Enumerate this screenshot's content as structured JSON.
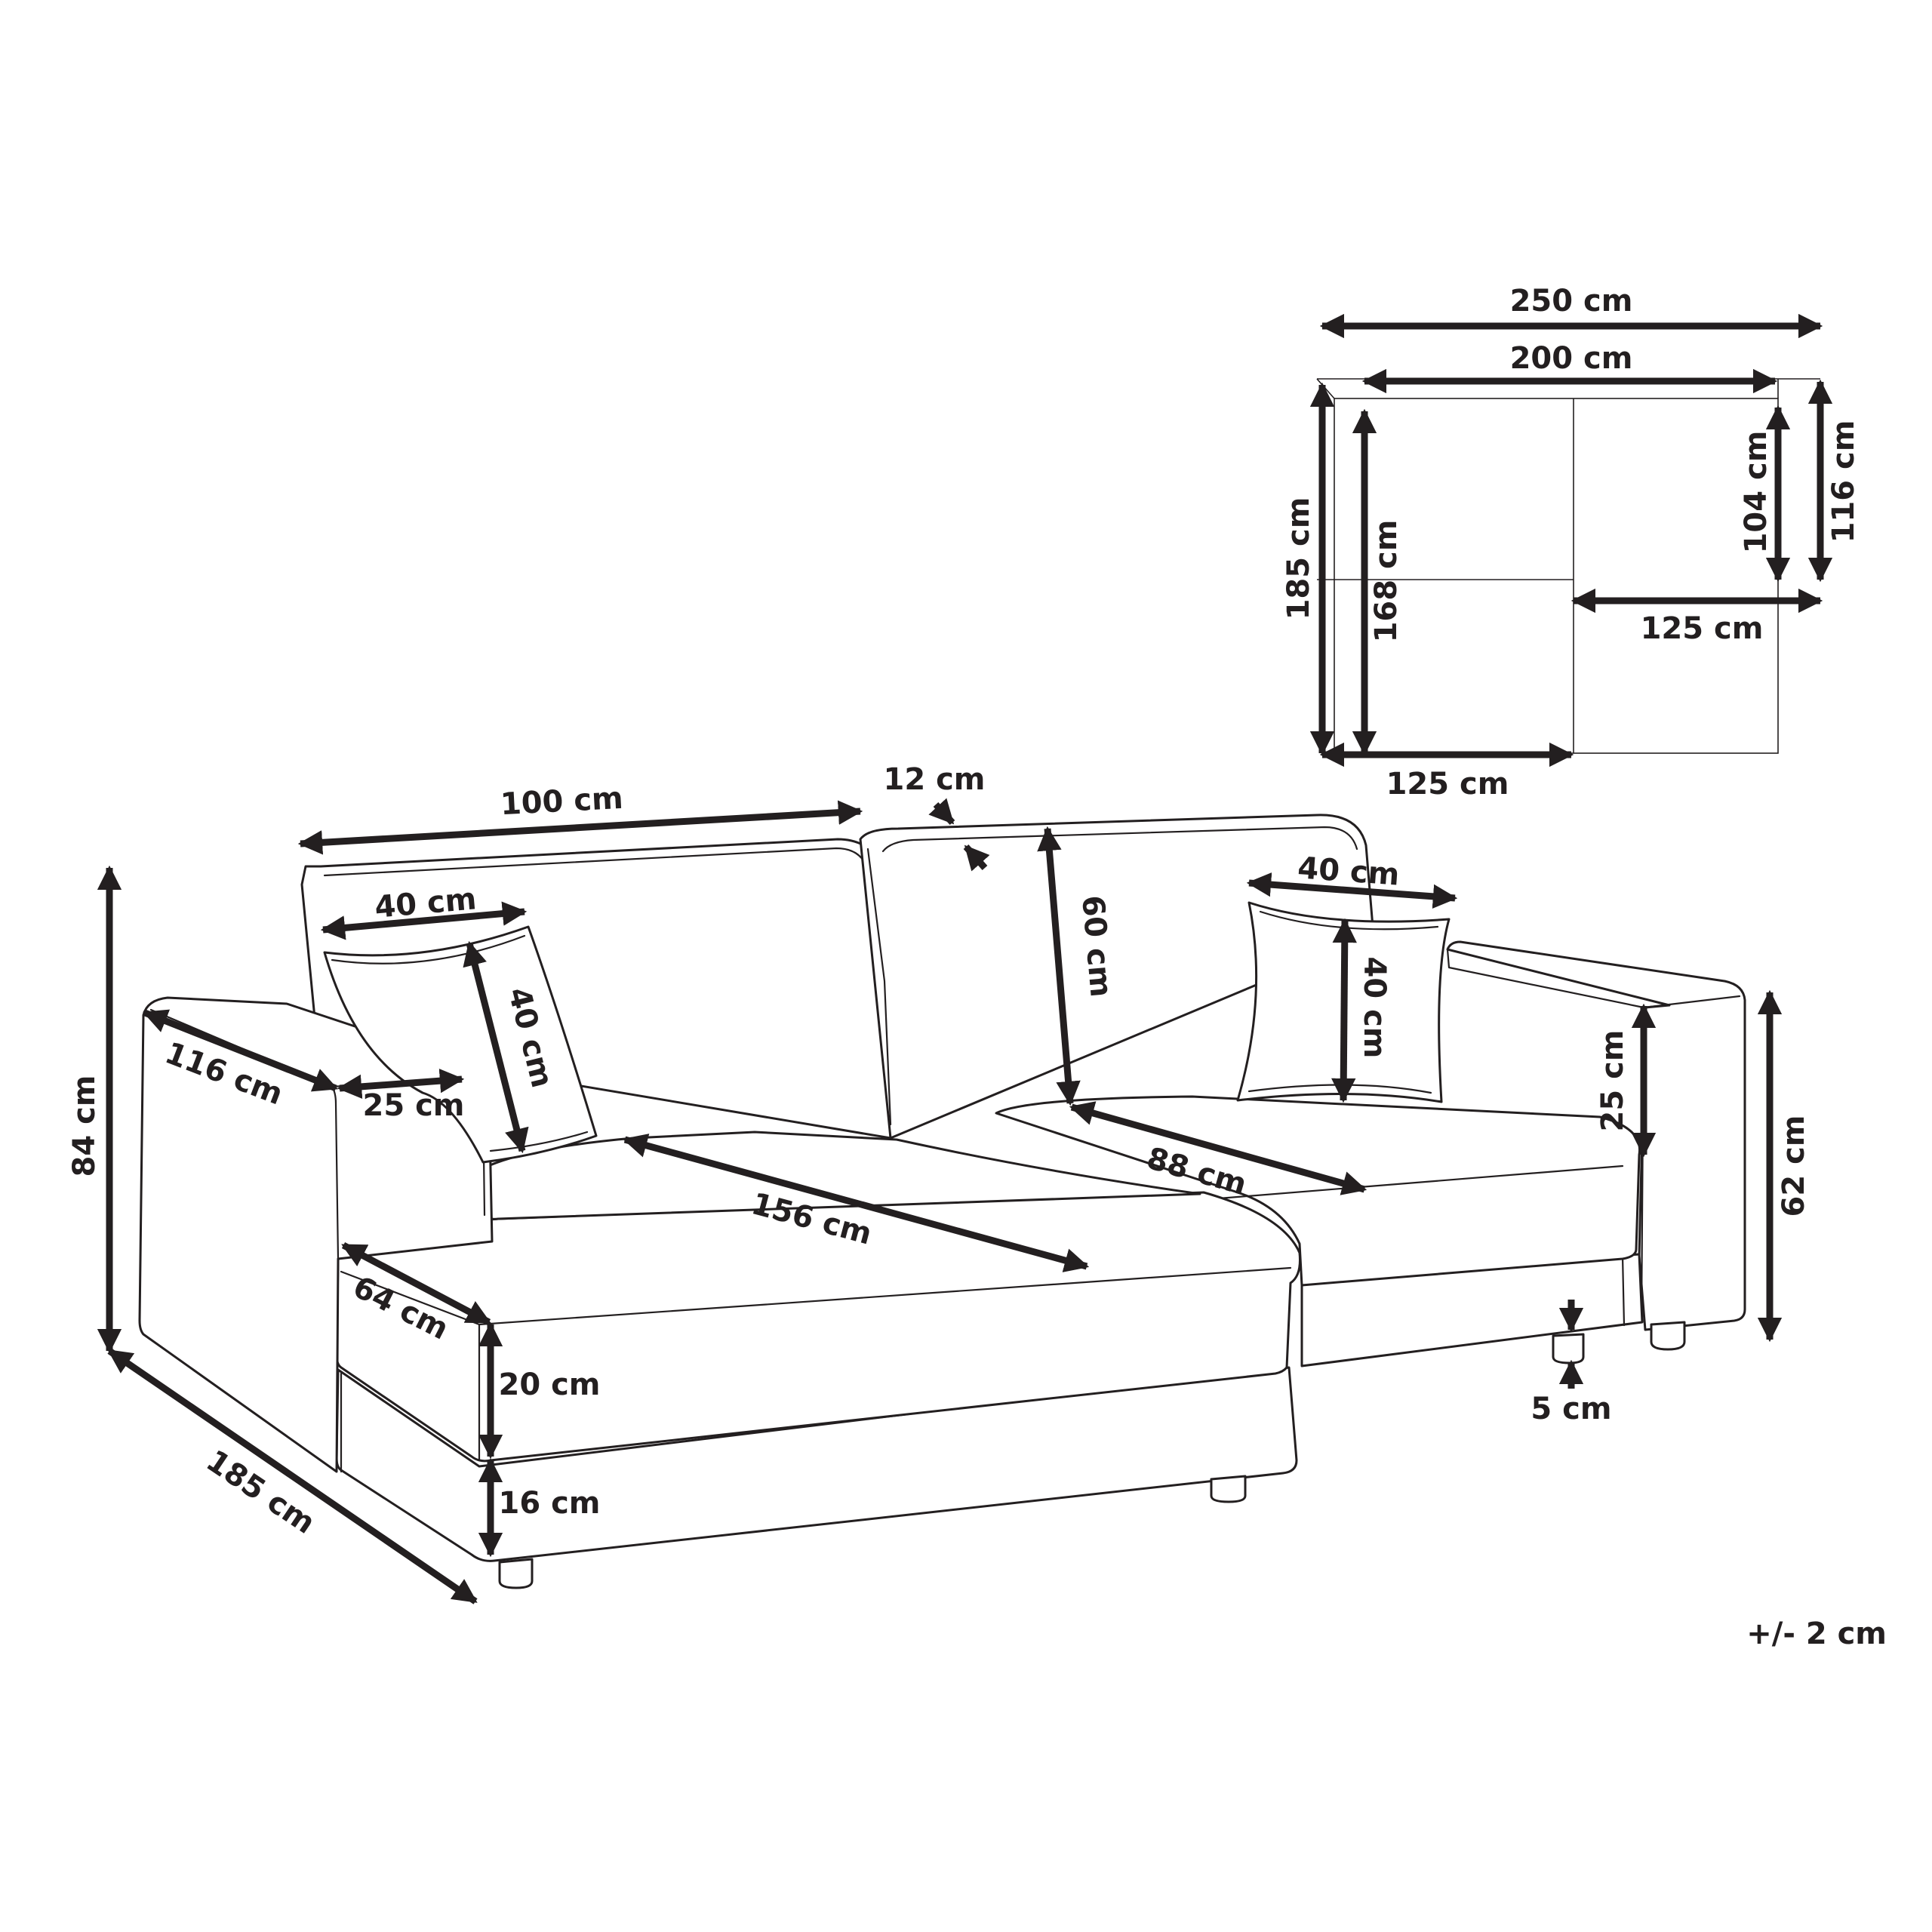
{
  "colors": {
    "ink": "#231f20",
    "background": "#ffffff"
  },
  "plan_view": {
    "total_width": "250 cm",
    "back_width": "200 cm",
    "total_depth": "185 cm",
    "inner_depth": "168 cm",
    "section_depth_inner": "104 cm",
    "section_depth_outer": "116 cm",
    "right_section_width": "125 cm",
    "left_section_width": "125 cm"
  },
  "sofa_view": {
    "backrest_width": "100 cm",
    "backrest_thickness": "12 cm",
    "backrest_height": "60 cm",
    "left_pillow_width": "40 cm",
    "left_pillow_height": "40 cm",
    "right_pillow_width": "40 cm",
    "right_pillow_height": "40 cm",
    "armrest_depth": "116 cm",
    "armrest_width": "25 cm",
    "chaise_seat_length": "156 cm",
    "seat_depth": "88 cm",
    "seat_front_depth": "64 cm",
    "seat_cushion_height": "20 cm",
    "seat_base_height": "16 cm",
    "total_height": "84 cm",
    "armrest_above_seat": "25 cm",
    "arm_height": "62 cm",
    "leg_height": "5 cm",
    "chaise_length": "185 cm"
  },
  "tolerance": "+/- 2 cm"
}
